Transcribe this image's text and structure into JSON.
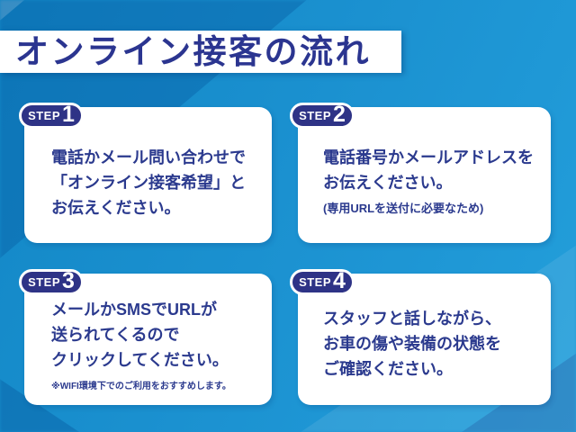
{
  "title": "オンライン接客の流れ",
  "colors": {
    "background_blue": "#1b91d0",
    "navy": "#2b3a8e",
    "badge_navy": "#2e3386",
    "card_white": "#ffffff"
  },
  "steps": [
    {
      "label": "STEP",
      "number": "1",
      "lines": [
        "電話かメール問い合わせで",
        "「オンライン接客希望」と",
        "お伝えください。"
      ],
      "note": ""
    },
    {
      "label": "STEP",
      "number": "2",
      "lines": [
        "電話番号かメールアドレスを",
        "お伝えください。"
      ],
      "note": "(専用URLを送付に必要なため)"
    },
    {
      "label": "STEP",
      "number": "3",
      "lines": [
        "メールかSMSでURLが",
        "送られてくるので",
        "クリックしてください。"
      ],
      "note": "※WIFI環境下でのご利用をおすすめします。"
    },
    {
      "label": "STEP",
      "number": "4",
      "lines": [
        "スタッフと話しながら、",
        "お車の傷や装備の状態を",
        "ご確認ください。"
      ],
      "note": ""
    }
  ]
}
